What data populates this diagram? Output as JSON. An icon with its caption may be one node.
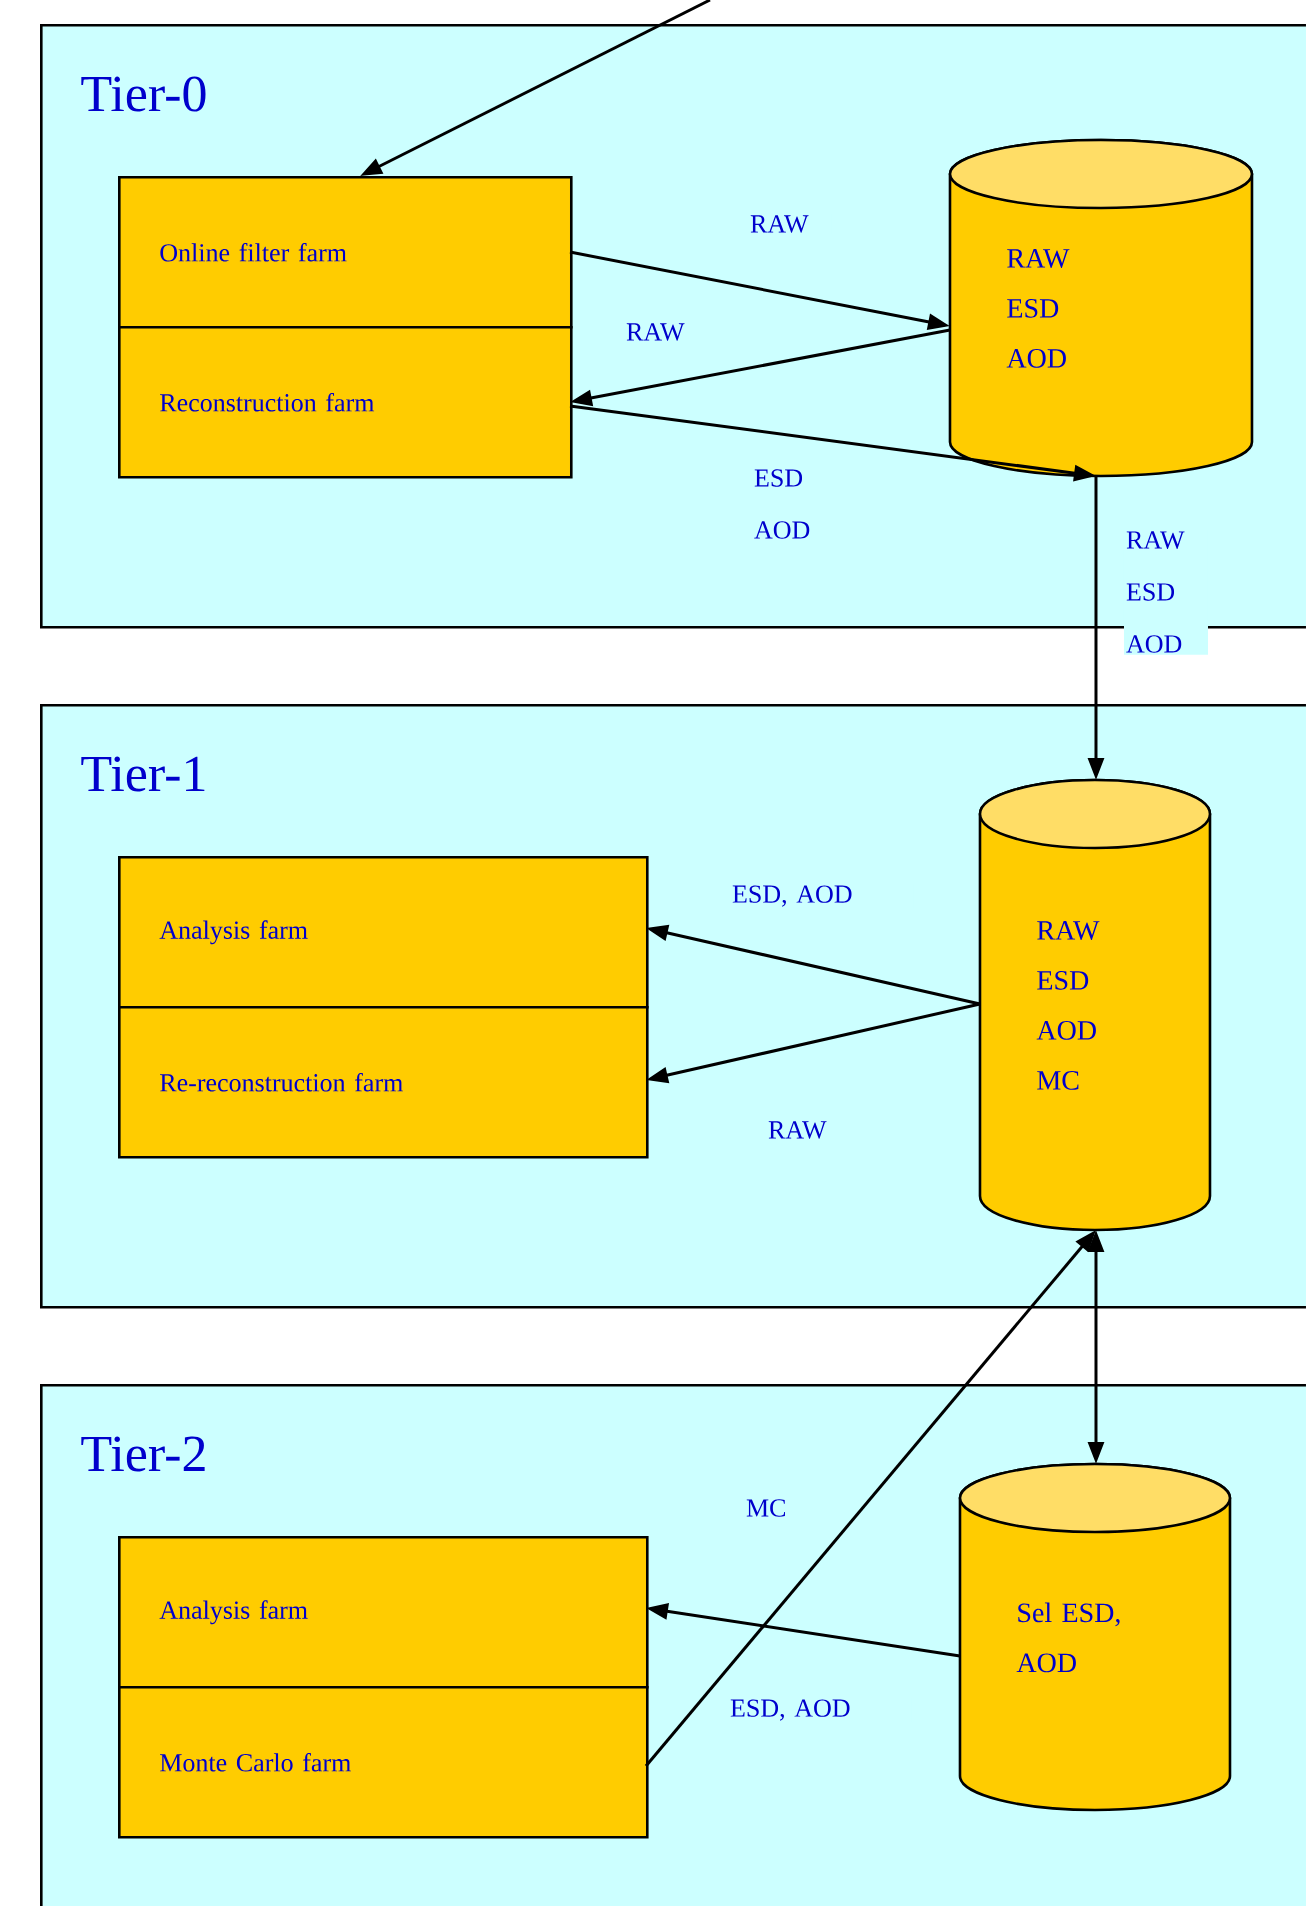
{
  "diagram": {
    "nodes": [
      {
        "text": [
          "Tier-0"
        ]
      },
      {
        "text": [
          "Online filter farm"
        ],
        "in": 0
      },
      {
        "text": [
          "Reconstruction farm"
        ],
        "in": 0
      },
      {
        "text": [
          "RAW ESD AOD"
        ],
        "in": 0
      },
      {
        "text": [
          "Tier-1"
        ]
      },
      {
        "text": [
          "Analysis farm"
        ],
        "in": 4
      },
      {
        "text": [
          "Re-reconstruction farm"
        ],
        "in": 4
      },
      {
        "text": [
          "RAW ESD AOD MC"
        ],
        "in": 4
      },
      {
        "text": [
          "Tier-2"
        ]
      },
      {
        "text": [
          "Analysis farm"
        ],
        "in": 8
      },
      {
        "text": [
          "Monte Carlo farm"
        ],
        "in": 8
      },
      {
        "text": [
          "Sel ESD, AOD"
        ],
        "in": 8
      }
    ],
    "edges": [
      {
        "from": null,
        "to": 1,
        "arrow": "to"
      },
      {
        "from": 1,
        "to": 3,
        "arrow": "to",
        "label": "RAW"
      },
      {
        "from": 3,
        "to": 2,
        "arrow": "to",
        "label": "RAW"
      },
      {
        "from": 2,
        "to": 3,
        "arrow": "to",
        "label": "ESD AOD"
      },
      {
        "from": 3,
        "to": 7,
        "arrow": "to",
        "label": "RAW ESD AOD"
      },
      {
        "from": 7,
        "to": 5,
        "arrow": "to",
        "label": "ESD, AOD"
      },
      {
        "from": 7,
        "to": 6,
        "arrow": "to",
        "label": "RAW"
      },
      {
        "from": 7,
        "to": 11,
        "arrow": "both"
      },
      {
        "from": 10,
        "to": 7,
        "arrow": "to",
        "label": "MC"
      },
      {
        "from": 11,
        "to": 9,
        "arrow": "to",
        "label": "ESD, AOD"
      }
    ]
  }
}
